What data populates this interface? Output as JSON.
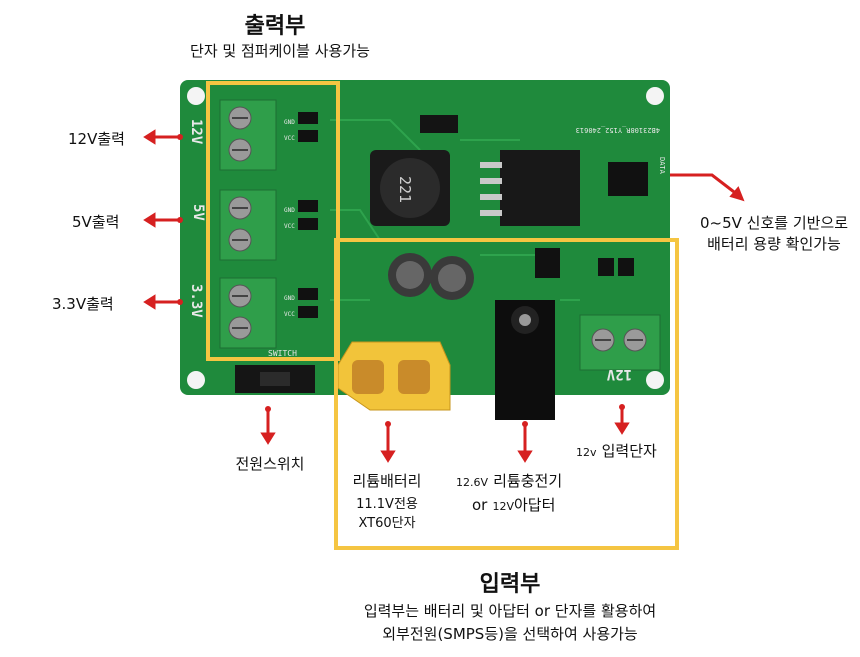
{
  "output_section": {
    "title": "출력부",
    "subtitle": "단자 및 점퍼케이블 사용가능",
    "labels": [
      "12V출력",
      "5V출력",
      "3.3V출력"
    ]
  },
  "input_section": {
    "title": "입력부",
    "line1": "입력부는 배터리 및 아답터 or 단자를 활용하여",
    "line2": "외부전원(SMPS등)을 선택하여 사용가능"
  },
  "side_note": {
    "line1": "0~5V 신호를 기반으로",
    "line2": "배터리 용량 확인가능"
  },
  "power_switch": {
    "label": "전원스위치"
  },
  "battery": {
    "line1": "리튬배터리",
    "line2": "11.1V전용",
    "line3": "XT60단자"
  },
  "charger": {
    "prefix": "12.6V",
    "main": "리튬충전기",
    "or": "or",
    "small": "12V",
    "rest": "아답터"
  },
  "terminal": {
    "small": "12v",
    "main": "입력단자"
  },
  "board_silk": {
    "v12": "12V",
    "v5": "5V",
    "v33": "3.3V",
    "gnd": "GND",
    "vcc": "VCC",
    "data": "DATA",
    "switch": "SWITCH",
    "in12": "12V",
    "inductor": "221",
    "serial": "4B23108R_Y152_240613"
  },
  "colors": {
    "pcb": "#1f8a3c",
    "terminal": "#2f9e4a",
    "highlight": "#f5c542",
    "arrow": "#d62020"
  }
}
